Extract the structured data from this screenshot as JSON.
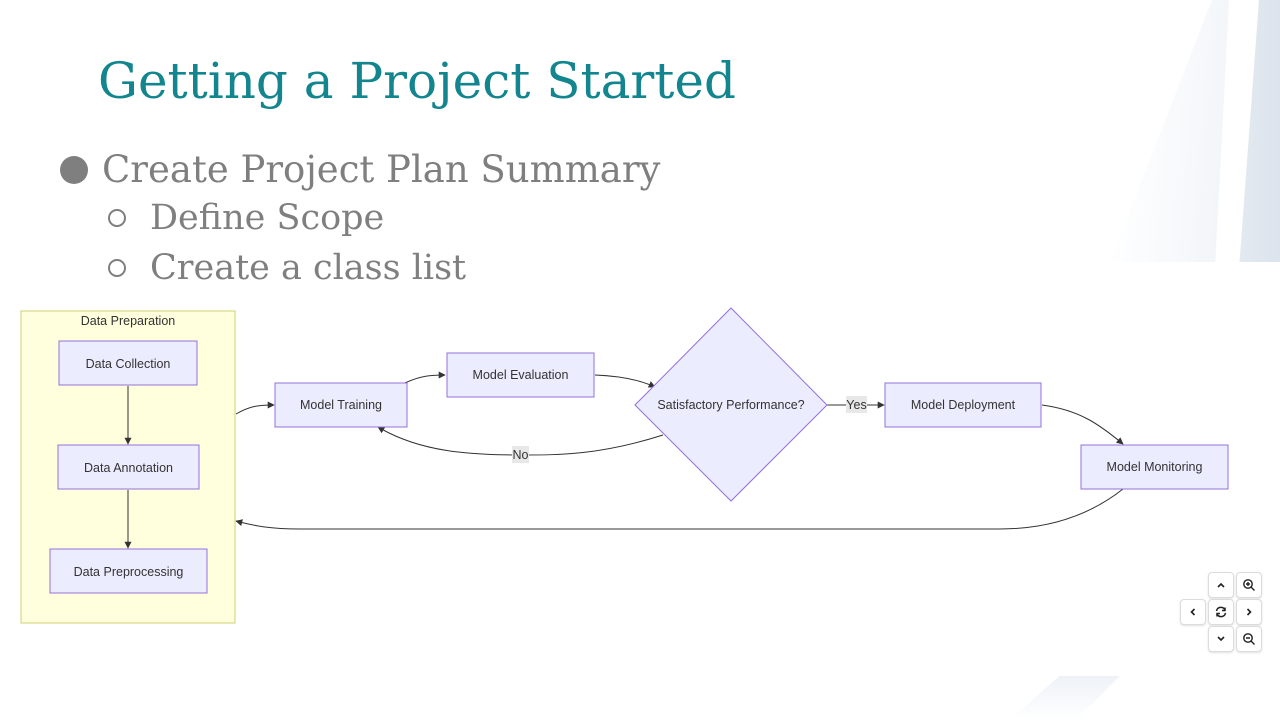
{
  "slide": {
    "title": "Getting a Project Started",
    "bullets": [
      {
        "text": "Create Project Plan Summary",
        "level": 1
      },
      {
        "text": "Define Scope",
        "level": 2
      },
      {
        "text": "Create a class list",
        "level": 2
      }
    ]
  },
  "flowchart": {
    "subgraph_title": "Data Preparation",
    "nodes": {
      "data_collection": "Data Collection",
      "data_annotation": "Data Annotation",
      "data_preprocessing": "Data Preprocessing",
      "model_training": "Model Training",
      "model_evaluation": "Model Evaluation",
      "decision": "Satisfactory Performance?",
      "model_deployment": "Model Deployment",
      "model_monitoring": "Model Monitoring"
    },
    "edge_labels": {
      "yes": "Yes",
      "no": "No"
    }
  },
  "controls": {
    "icons": [
      "chevron-up-icon",
      "zoom-in-icon",
      "chevron-left-icon",
      "reset-icon",
      "chevron-right-icon",
      "chevron-down-icon",
      "zoom-out-icon"
    ]
  },
  "colors": {
    "title": "#12858e",
    "bullet_text": "#7f7f7f",
    "node_fill": "#ececff",
    "node_stroke": "#9370db",
    "subgraph_fill": "#ffffde",
    "subgraph_stroke": "#cfcf6f",
    "edge": "#333333"
  }
}
